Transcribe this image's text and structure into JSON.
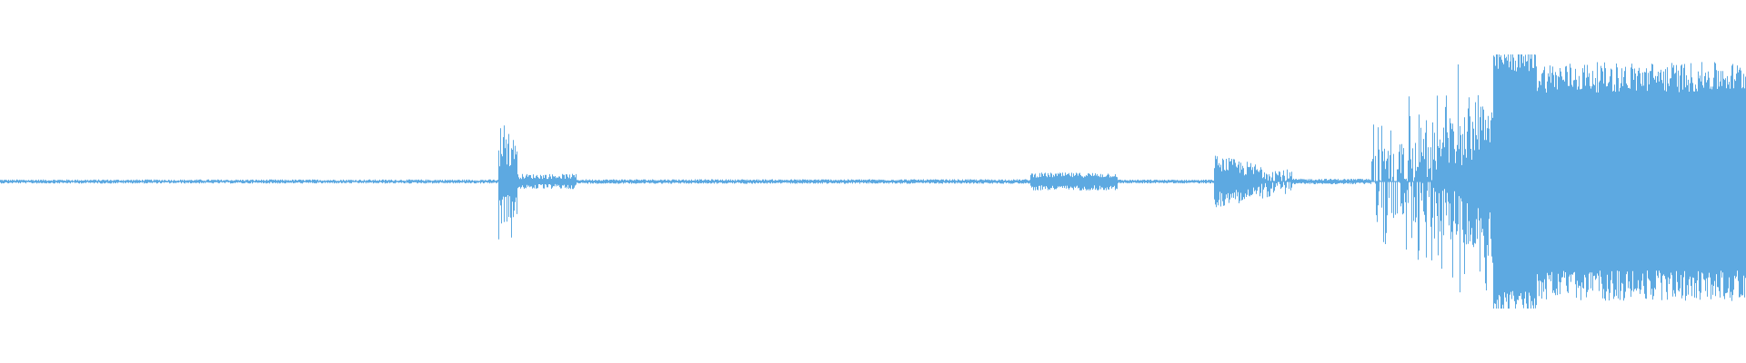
{
  "waveform": {
    "color": "#5DA9E1",
    "background": "#FFFFFF",
    "sample_rate_hint": "audio",
    "envelope_description_free": true,
    "segments": [
      {
        "from": 0.0,
        "to": 0.285,
        "amp": 0.01,
        "jitter": 0.006
      },
      {
        "from": 0.285,
        "to": 0.296,
        "amp": 0.22,
        "jitter": 0.12,
        "spiky": true
      },
      {
        "from": 0.296,
        "to": 0.33,
        "amp": 0.04,
        "jitter": 0.02
      },
      {
        "from": 0.33,
        "to": 0.59,
        "amp": 0.012,
        "jitter": 0.006
      },
      {
        "from": 0.59,
        "to": 0.64,
        "amp": 0.05,
        "jitter": 0.02
      },
      {
        "from": 0.64,
        "to": 0.695,
        "amp": 0.01,
        "jitter": 0.005
      },
      {
        "from": 0.695,
        "to": 0.74,
        "amp": 0.15,
        "jitter": 0.06,
        "decay": true
      },
      {
        "from": 0.74,
        "to": 0.785,
        "amp": 0.015,
        "jitter": 0.007
      },
      {
        "from": 0.785,
        "to": 0.855,
        "amp": 0.45,
        "jitter": 0.2,
        "ramp": true,
        "spiky": true
      },
      {
        "from": 0.855,
        "to": 0.88,
        "amp": 0.96,
        "jitter": 0.1
      },
      {
        "from": 0.88,
        "to": 1.0,
        "amp": 0.82,
        "jitter": 0.12
      }
    ]
  }
}
